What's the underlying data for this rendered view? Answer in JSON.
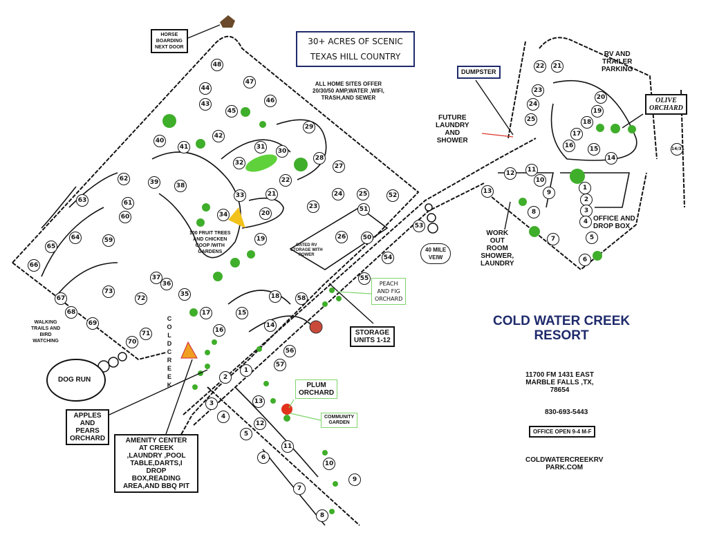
{
  "title": {
    "line1": "COLD WATER CREEK",
    "line2": "RESORT"
  },
  "address": {
    "street": "11700 FM 1431 EAST",
    "city": "MARBLE FALLS ,TX,",
    "zip": "78654",
    "phone": "830-693-5443",
    "hours": "OFFICE OPEN 9-4  M-F",
    "web1": "COLDWATERCREEKRV",
    "web2": "PARK.COM"
  },
  "banner": {
    "line1": "30+ ACRES OF SCENIC",
    "line2": "TEXAS HILL COUNTRY"
  },
  "amenities_note": "ALL HOME SITES OFFER\n20/30/50 AMP,WATER ,WIFI,\nTRASH,AND SEWER",
  "labels": {
    "horse": "HORSE\nBOARDING\nNEXT DOOR",
    "dumpster": "DUMPSTER",
    "future_laundry": "FUTURE\nLAUNDRY\nAND\nSHOWER",
    "rv_parking": "RV AND\nTRAILER\nPARKING",
    "olive": "OLIVE\nORCHARD",
    "office": "OFFICE AND\nDROP BOX",
    "workout": "WORK\nOUT\nROOM\nSHOWER,\nLAUNDRY",
    "view": "40 MILE\nVEIW",
    "peach": "PEACH\nAND FIG\nORCHARD",
    "storage": "STORAGE\nUNITS 1-12",
    "gated": "GATED RV\nSTORAGE WITH\nPOWER",
    "fruit": "100 FRUIT TREES\nAND CHICKEN\nCOOP /WITH\nGARDENS",
    "plum": "PLUM\nORCHARD",
    "community": "COMMUNITY\nGARDEN",
    "walking": "WALKING\nTRAILS AND\nBIRD\nWATCHING",
    "dog": "DOG RUN",
    "apples": "APPLES\nAND\nPEARS\nORCHARD",
    "amenity": "AMENITY CENTER\nAT CREEK\n,LAUNDRY ,POOL\nTABLE,DARTS,I\nDROP\nBOX,READING\nAREA,AND BBQ PIT",
    "creek": "COLDCREEK"
  },
  "sites": [
    "48",
    "47",
    "46",
    "45",
    "44",
    "43",
    "42",
    "41",
    "40",
    "39",
    "38",
    "37",
    "36",
    "35",
    "34",
    "33",
    "32",
    "31",
    "30",
    "29",
    "28",
    "22",
    "21",
    "20",
    "19",
    "18",
    "17",
    "16",
    "15",
    "14",
    "23",
    "24",
    "25",
    "26",
    "50",
    "51",
    "52",
    "53",
    "54",
    "55",
    "56",
    "57",
    "58",
    "62",
    "61",
    "60",
    "59",
    "63",
    "64",
    "65",
    "66",
    "67",
    "68",
    "69",
    "70",
    "71",
    "72",
    "73",
    "1",
    "2",
    "3",
    "4",
    "5",
    "6",
    "7",
    "8",
    "9",
    "10",
    "11",
    "12",
    "13",
    "21",
    "22",
    "23",
    "24",
    "25",
    "20",
    "19",
    "18",
    "17",
    "16",
    "15",
    "14",
    "12",
    "11",
    "10",
    "9",
    "8",
    "7",
    "6",
    "1",
    "2",
    "3",
    "4",
    "5",
    "13",
    "14/31",
    "27"
  ],
  "colors": {
    "title": "#1f2a6b",
    "tree": "#3fae2a",
    "orchard_box": "#7ed46a",
    "pointer_red": "#d9362b"
  }
}
